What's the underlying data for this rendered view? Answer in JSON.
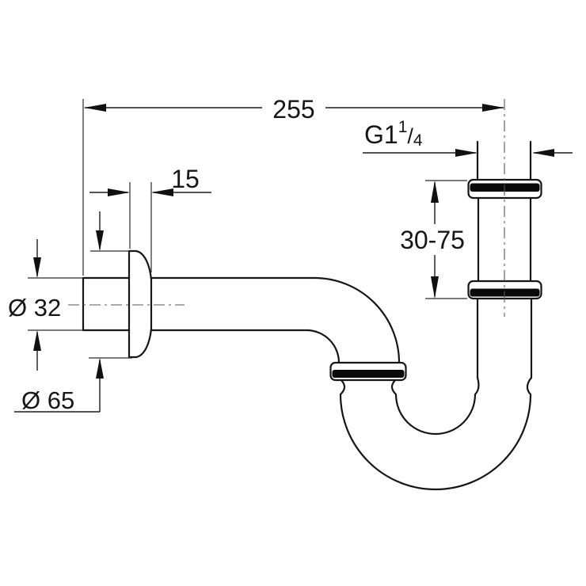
{
  "drawing": {
    "background": "#ffffff",
    "line_color": "#161616",
    "labels": {
      "overall_length": "255",
      "flange_depth": "15",
      "thread_main": "G1",
      "thread_sup": "1",
      "thread_slash": "/",
      "thread_denom": "4",
      "adjustment_range": "30-75",
      "pipe_diameter": "Ø 32",
      "flange_diameter": "Ø 65"
    }
  }
}
